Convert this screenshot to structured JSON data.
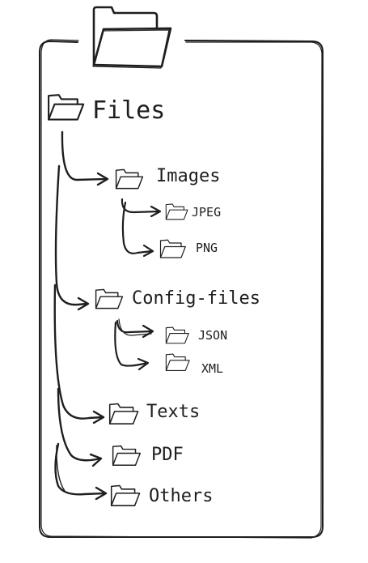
{
  "tree": {
    "root": {
      "label": "Files",
      "icon": "folder-open-icon"
    },
    "images": {
      "label": "Images",
      "children": [
        {
          "label": "JPEG"
        },
        {
          "label": "PNG"
        }
      ]
    },
    "config": {
      "label": "Config-files",
      "children": [
        {
          "label": "JSON"
        },
        {
          "label": "XML"
        }
      ]
    },
    "texts": {
      "label": "Texts"
    },
    "pdf": {
      "label": "PDF"
    },
    "others": {
      "label": "Others"
    }
  },
  "colors": {
    "stroke": "#1e1e1e",
    "background": "#ffffff"
  }
}
